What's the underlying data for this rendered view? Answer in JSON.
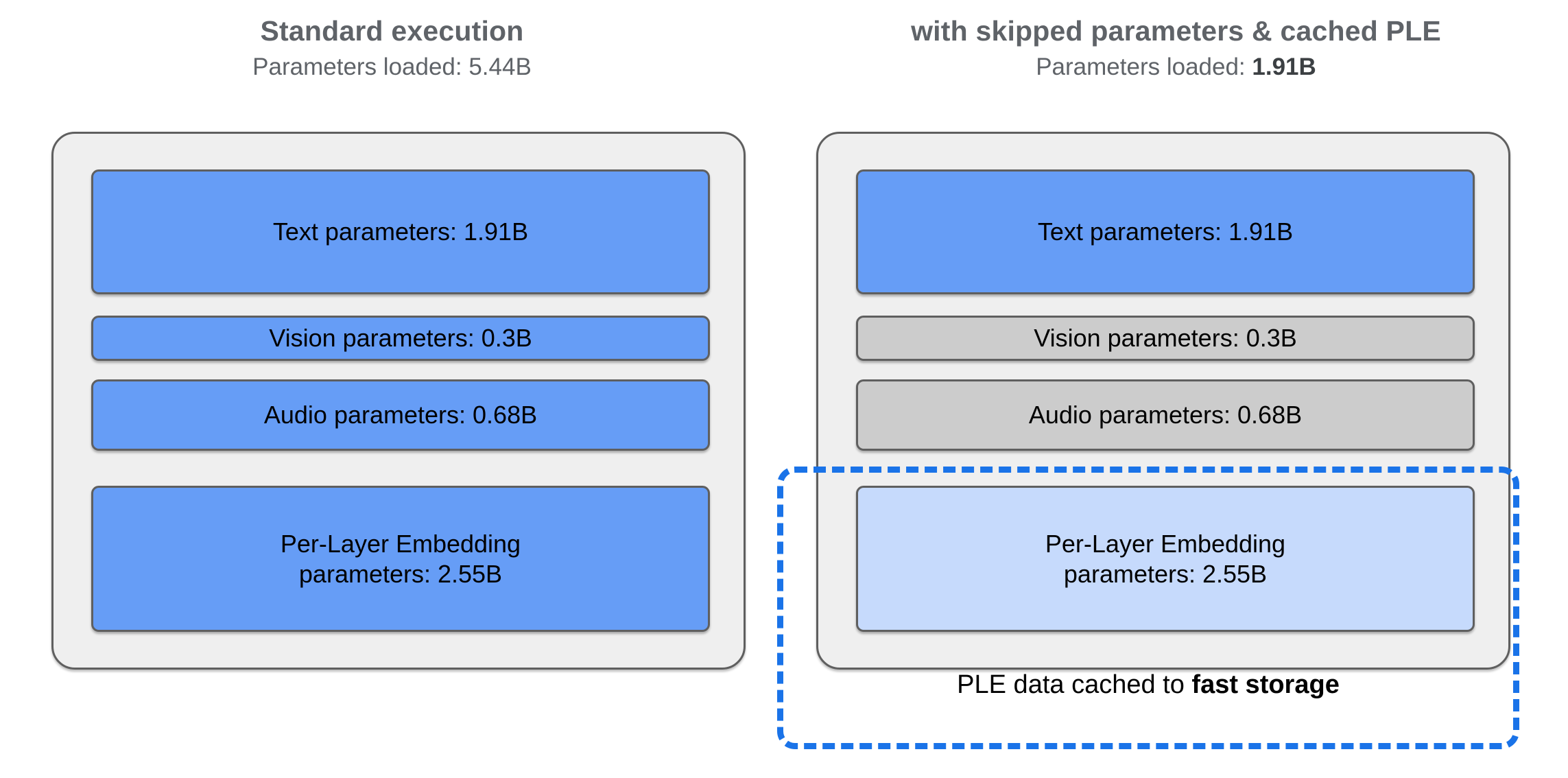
{
  "diagram": {
    "type": "comparison-diagram",
    "accent_blue": "#669df6",
    "accent_light_blue": "#c6dafc",
    "accent_grey": "#cccccc",
    "dashed_outline_color": "#1a73e8",
    "panel_fill": "#efefef",
    "panel_border": "#5f5f5f",
    "title_color": "#5f6368"
  },
  "columns": [
    {
      "id": "standard",
      "title": "Standard execution",
      "subtitle_prefix": "Parameters loaded: ",
      "subtitle_value": "5.44B",
      "subtitle_value_bold": false,
      "blocks": [
        {
          "id": "text",
          "label": "Text parameters: 1.91B",
          "value": "1.91B",
          "state": "loaded",
          "color": "blue"
        },
        {
          "id": "vision",
          "label": "Vision parameters: 0.3B",
          "value": "0.3B",
          "state": "loaded",
          "color": "blue"
        },
        {
          "id": "audio",
          "label": "Audio parameters: 0.68B",
          "value": "0.68B",
          "state": "loaded",
          "color": "blue"
        },
        {
          "id": "ple",
          "label": "Per-Layer Embedding\nparameters: 2.55B",
          "value": "2.55B",
          "state": "loaded",
          "color": "blue"
        }
      ]
    },
    {
      "id": "optimized",
      "title": "with skipped parameters & cached PLE",
      "subtitle_prefix": "Parameters loaded: ",
      "subtitle_value": "1.91B",
      "subtitle_value_bold": true,
      "blocks": [
        {
          "id": "text",
          "label": "Text parameters: 1.91B",
          "value": "1.91B",
          "state": "loaded",
          "color": "blue"
        },
        {
          "id": "vision",
          "label": "Vision parameters: 0.3B",
          "value": "0.3B",
          "state": "skipped",
          "color": "grey"
        },
        {
          "id": "audio",
          "label": "Audio parameters: 0.68B",
          "value": "0.68B",
          "state": "skipped",
          "color": "grey"
        },
        {
          "id": "ple",
          "label": "Per-Layer Embedding\nparameters: 2.55B",
          "value": "2.55B",
          "state": "cached",
          "color": "light-blue"
        }
      ]
    }
  ],
  "cache_callout": {
    "caption_prefix": "PLE data cached to ",
    "caption_emphasis": "fast storage"
  }
}
